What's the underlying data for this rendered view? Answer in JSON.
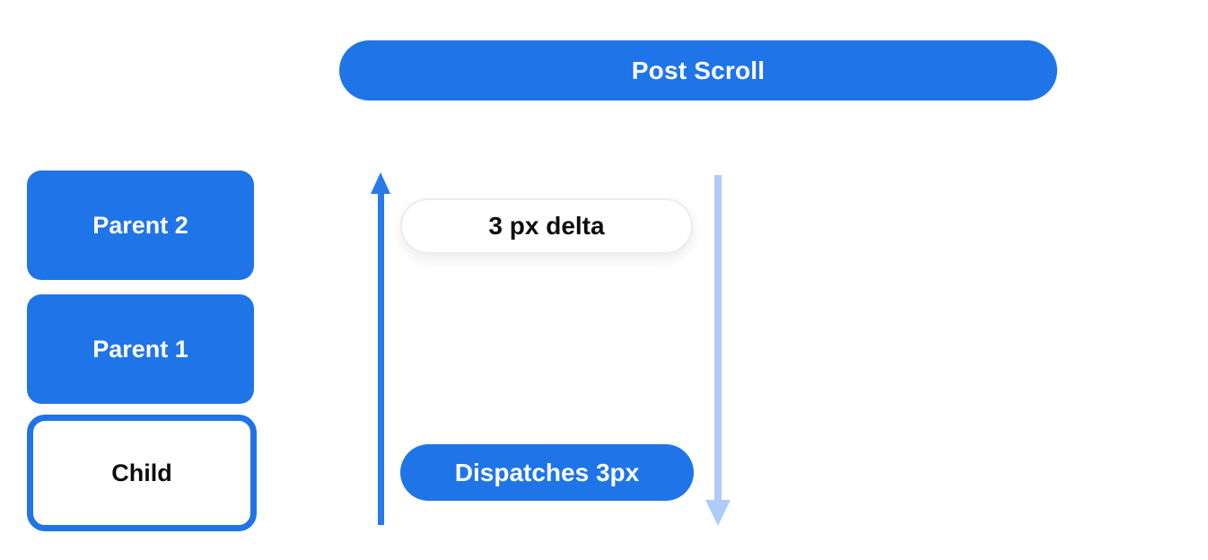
{
  "canvas": {
    "background": "#ffffff"
  },
  "colors": {
    "primary_blue": "#1F74E8",
    "arrow_up_blue": "#2979E8",
    "arrow_down_light_blue": "#AECBFA",
    "outlined_node_border": "#1F74E8",
    "delta_pill_border": "#ececec",
    "text_dark": "#0d0d0d",
    "text_light": "#ffffff"
  },
  "header": {
    "label": "Post Scroll"
  },
  "widget_stack": {
    "items": [
      {
        "label": "Parent 2",
        "variant": "filled"
      },
      {
        "label": "Parent 1",
        "variant": "filled"
      },
      {
        "label": "Child",
        "variant": "outlined"
      }
    ]
  },
  "scroll_flow": {
    "delta_badge_label": "3 px delta",
    "dispatch_badge_label": "Dispatches 3px",
    "up_arrow": "upward-scroll-notification-arrow",
    "down_arrow": "downward-dispatch-arrow"
  }
}
